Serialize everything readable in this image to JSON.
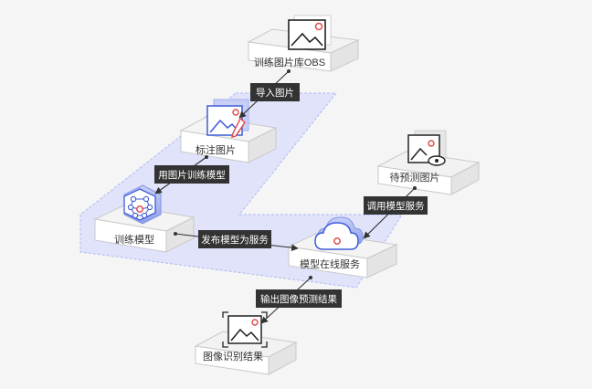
{
  "nodes": {
    "obs": {
      "label": "训练图片库OBS"
    },
    "annotate": {
      "label": "标注图片"
    },
    "predict_images": {
      "label": "待预测图片"
    },
    "train": {
      "label": "训练模型"
    },
    "deploy": {
      "label": "模型在线服务"
    },
    "result": {
      "label": "图像识别结果"
    }
  },
  "steps": {
    "import": "导入图片",
    "train_with": "用图片训练模型",
    "call_service": "调用模型服务",
    "publish": "发布模型为服务",
    "output": "输出图像预测结果"
  },
  "colors": {
    "background": "#f5f5f5",
    "highlight_region": "#dfe3fb",
    "tag_bg": "#333333",
    "accent_red": "#e24a4a",
    "icon_blue": "#3e5bd8"
  }
}
